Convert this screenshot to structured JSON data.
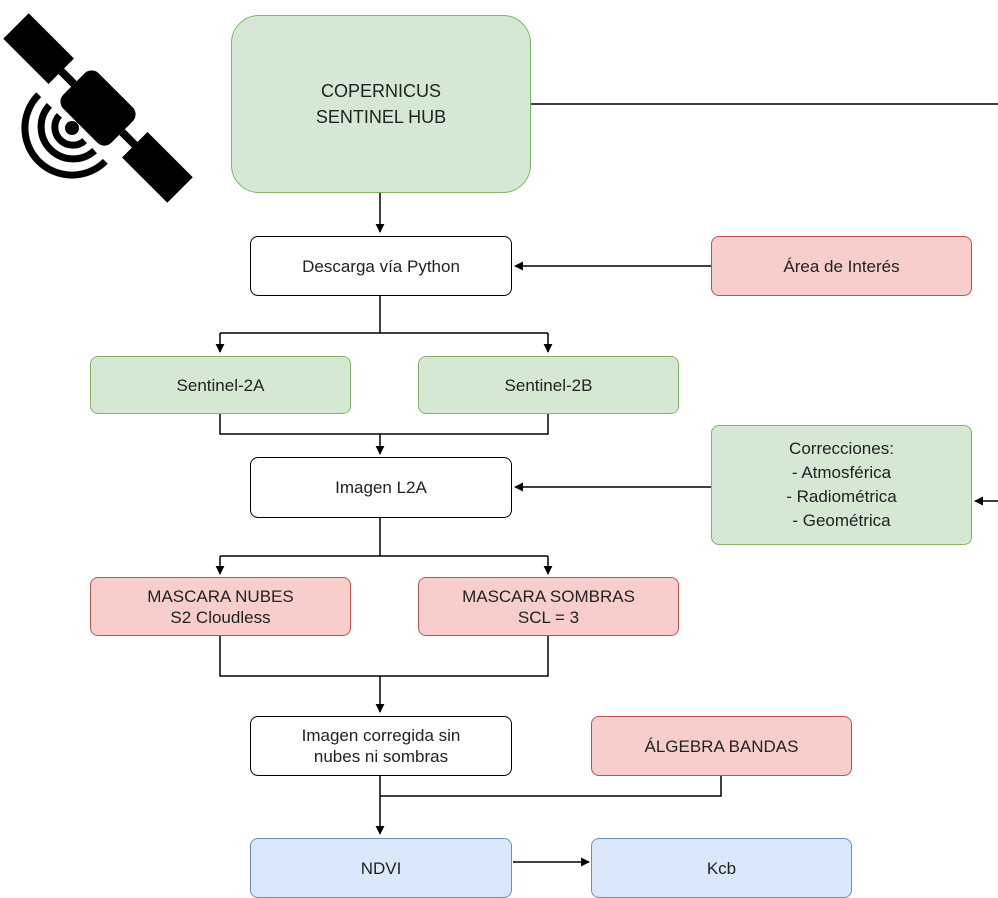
{
  "nodes": {
    "copernicus": "COPERNICUS\nSENTINEL HUB",
    "descarga": "Descarga vía Python",
    "area": "Área de Interés",
    "s2a": "Sentinel-2A",
    "s2b": "Sentinel-2B",
    "imagen_l2a": "Imagen L2A",
    "correcciones": "Correcciones:\n- Atmosférica\n- Radiométrica\n- Geométrica",
    "mascara_nubes": "MASCARA NUBES\nS2 Cloudless",
    "mascara_sombras": "MASCARA SOMBRAS\nSCL = 3",
    "imagen_corregida": "Imagen corregida sin\nnubes ni sombras",
    "algebra": "ÁLGEBRA BANDAS",
    "ndvi": "NDVI",
    "kcb": "Kcb"
  },
  "icons": {
    "satellite": "satellite-icon"
  },
  "colors": {
    "green_fill": "#d5e8d4",
    "green_stroke": "#82b366",
    "red_fill": "#f8cecc",
    "red_stroke": "#b85450",
    "blue_fill": "#dae8fc",
    "blue_stroke": "#6c8ebf",
    "line": "#000000"
  }
}
